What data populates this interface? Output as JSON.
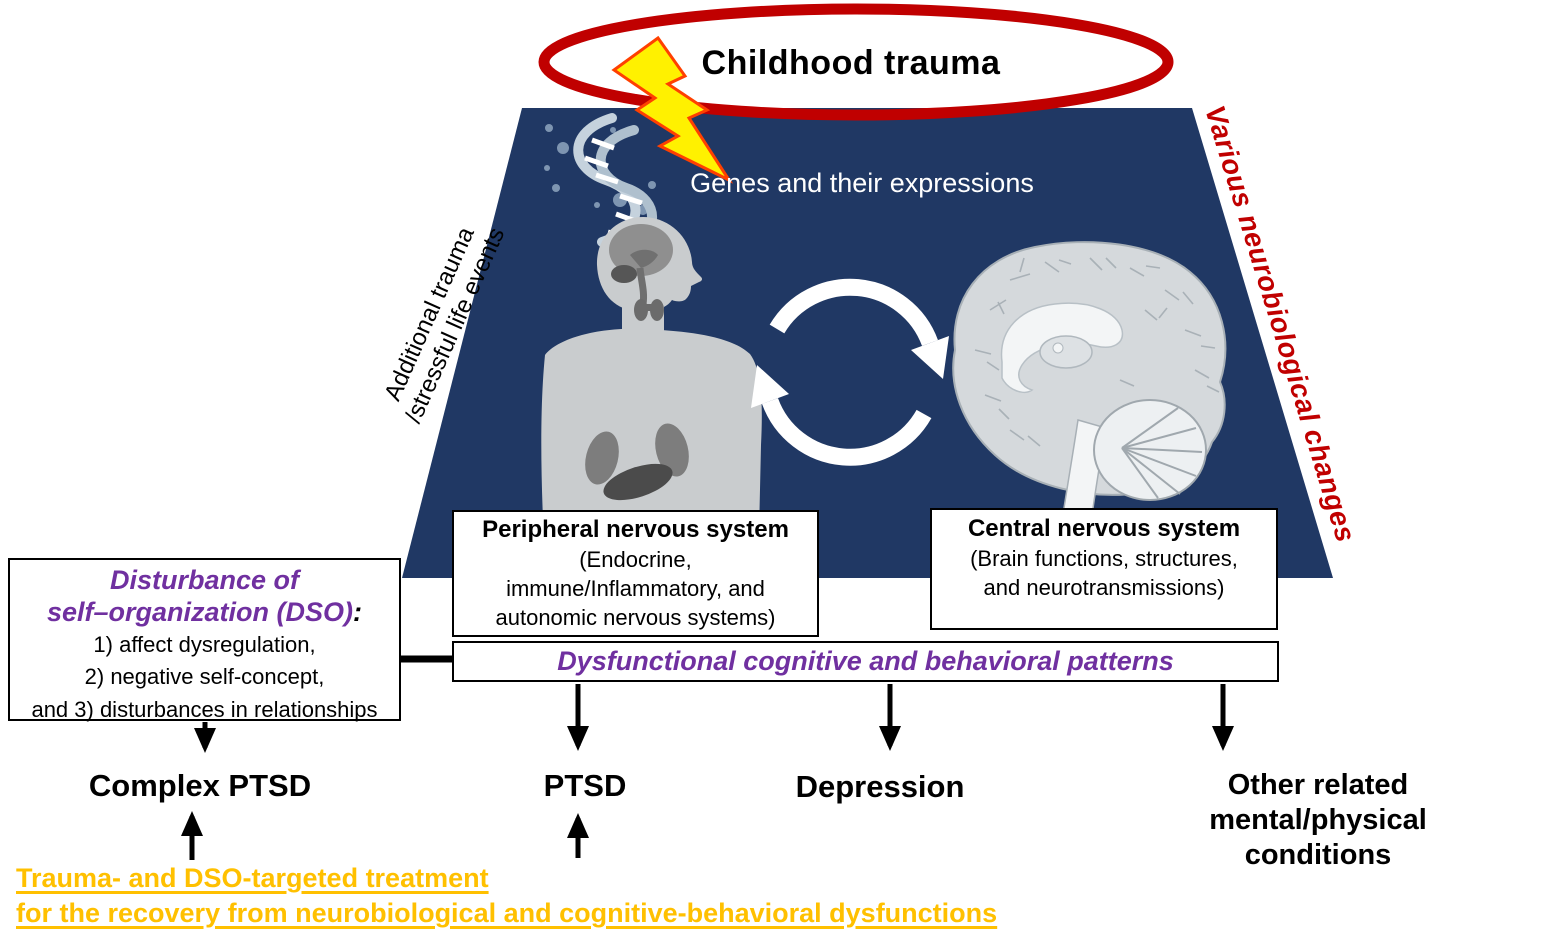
{
  "header": {
    "childhood_trauma": "Childhood trauma"
  },
  "trapezoid": {
    "genes_label": "Genes and their expressions",
    "left_label": "Additional trauma\n/stressful life events",
    "right_label": "Various neurobiological changes"
  },
  "boxes": {
    "peripheral": {
      "title": "Peripheral nervous system",
      "body": "(Endocrine,\nimmune/Inflammatory, and\nautonomic nervous systems)"
    },
    "central": {
      "title": "Central nervous system",
      "body": "(Brain functions, structures,\nand neurotransmissions)"
    },
    "patterns": {
      "label": "Dysfunctional cognitive and behavioral patterns"
    },
    "dso": {
      "title_line1": "Disturbance of",
      "title_line2": "self–organization (DSO)",
      "title_colon": ":",
      "items": [
        "1) affect dysregulation,",
        "2) negative self-concept,",
        "and 3) disturbances in relationships"
      ]
    }
  },
  "outcomes": [
    {
      "label": "Complex PTSD"
    },
    {
      "label": "PTSD"
    },
    {
      "label": "Depression"
    },
    {
      "label": "Other related mental/physical\nconditions"
    }
  ],
  "treatment": {
    "line1": "Trauma- and DSO-targeted treatment",
    "line2": "for the recovery from neurobiological and cognitive-behavioral dysfunctions"
  },
  "icons": {
    "lightning": "lightning-bolt-icon",
    "dna": "dna-icon",
    "body": "human-body-icon",
    "cycle": "cycle-arrows-icon",
    "brain": "brain-icon"
  },
  "colors": {
    "navy": "#203864",
    "red": "#C00000",
    "purple": "#7030A0",
    "orange": "#FFC000",
    "bolt_yellow": "#FFF100",
    "black": "#000000",
    "white": "#FFFFFF"
  }
}
